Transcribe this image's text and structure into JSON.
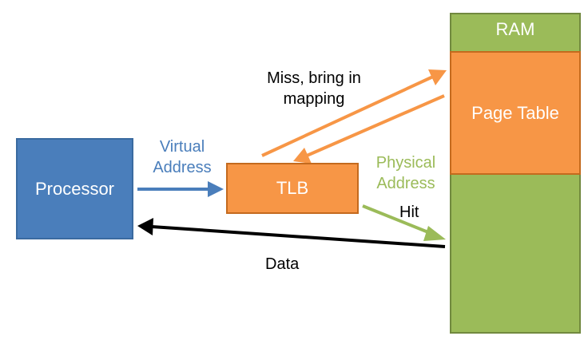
{
  "nodes": {
    "processor": "Processor",
    "tlb": "TLB",
    "ram": "RAM",
    "page_table": "Page Table"
  },
  "labels": {
    "virtual_line1": "Virtual",
    "virtual_line2": "Address",
    "physical_line1": "Physical",
    "physical_line2": "Address",
    "hit": "Hit",
    "miss_line1": "Miss, bring in",
    "miss_line2": "mapping",
    "data": "Data"
  },
  "colors": {
    "processor": "#4a7ebb",
    "tlb": "#f79646",
    "ram": "#9bbb59",
    "page_table": "#f79646",
    "virtual_address_text": "#4a7ebb",
    "physical_address_text": "#9bbb59",
    "data_arrow": "#000000"
  }
}
